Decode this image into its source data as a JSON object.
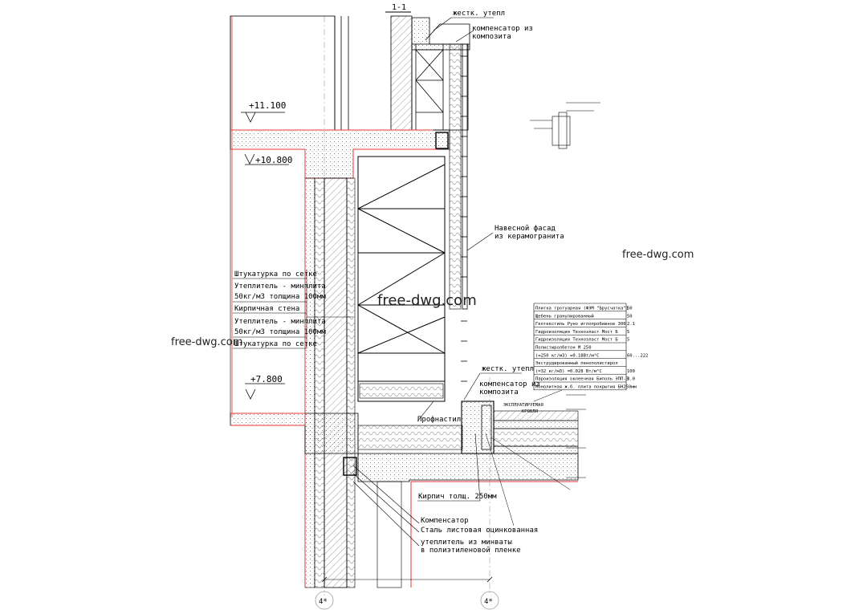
{
  "section_title": "1-1",
  "levels": [
    "+11.100",
    "+10.800",
    "+7.800"
  ],
  "callouts": {
    "rigid_insulation_top": "жестк. утепл",
    "compensator_top": [
      "компенсатор из",
      "композита"
    ],
    "facade": [
      "Навесной фасад",
      "из керамогранита"
    ],
    "rigid_insulation_mid": "жестк. утепл",
    "compensator_mid": [
      "компенсатор из",
      "композита"
    ],
    "corrugated_sheet": "Профнастил",
    "brick_250": "Кирпич толщ. 250мм",
    "bottom_stack": [
      "Компенсатор",
      "Сталь листовая оцинкованная",
      "утеплитель из минваты",
      "в полиэтиленовой пленке"
    ],
    "exploited_roof": [
      "ЭКСПЛУАТИРУЕМАЯ",
      "КРОВЛЯ"
    ]
  },
  "wall_legend": [
    "Штукатурка по сетке",
    "Утеплитель - минплита",
    "50кг/м3 толщина 100мм",
    "Кирпичная стена",
    "Утеплитель - минплита",
    "50кг/м3 толщина 100мм",
    "Штукатурка по сетке"
  ],
  "roof_layers": [
    {
      "name": "Плитка тротуарная (ФЭМ \"Брусчатка\")",
      "value": "50"
    },
    {
      "name": "Щебень гранулированный",
      "value": "50"
    },
    {
      "name": "Геотекстиль Руно иглопробивное 300",
      "value": "2.1"
    },
    {
      "name": "Гидроизоляция Техноэласт Мост Б",
      "value": "5"
    },
    {
      "name": "Гидроизоляция Техноэласт Мост Б",
      "value": "5"
    },
    {
      "name": "Полистиролбетон М 250",
      "value": ""
    },
    {
      "name": "(=250 кг/м3)    =0.18Вт/м°С",
      "value": "60...222"
    },
    {
      "name": "Экструдированный пенополистирол",
      "value": ""
    },
    {
      "name": "(=32 кг/м3)    =0.028 Вт/м°С",
      "value": "100"
    },
    {
      "name": "Пароизоляция оклеечная Биполь ЭПП-3",
      "value": "3.0"
    },
    {
      "name": "Монолитная ж.б. плита покрытия БН250мм",
      "value": ""
    }
  ],
  "axes": [
    "4*",
    "4*"
  ],
  "watermarks": [
    "free-dwg.com",
    "free-dwg.com",
    "free-dwg.com"
  ],
  "colors": {
    "line": "#000000",
    "accent_red": "#e53935",
    "grid": "#9e9e9e"
  }
}
